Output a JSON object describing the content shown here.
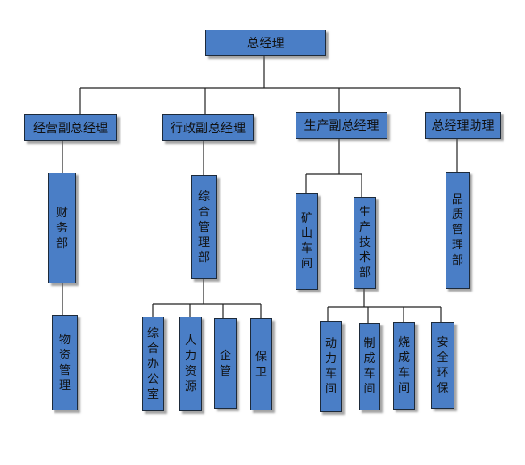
{
  "colors": {
    "box_fill": "#4a7ec6",
    "box_border": "#1d2a3a",
    "line": "#222222"
  },
  "root": {
    "label": "总经理"
  },
  "level1": [
    {
      "label": "经营副总经理"
    },
    {
      "label": "行政副总经理"
    },
    {
      "label": "生产副总经理"
    },
    {
      "label": "总经理助理"
    }
  ],
  "level2": {
    "finance": "财务部",
    "admin": "综合管理部",
    "mine": "矿山车间",
    "prodtech": "生产技术部",
    "quality": "品质管理部"
  },
  "level3": {
    "materials": "物资管理",
    "office": "综合办公室",
    "hr": "人力资源",
    "enterprise": "企管",
    "security": "保卫",
    "power": "动力车间",
    "making": "制成车间",
    "burning": "烧成车间",
    "safety": "安全环保"
  }
}
